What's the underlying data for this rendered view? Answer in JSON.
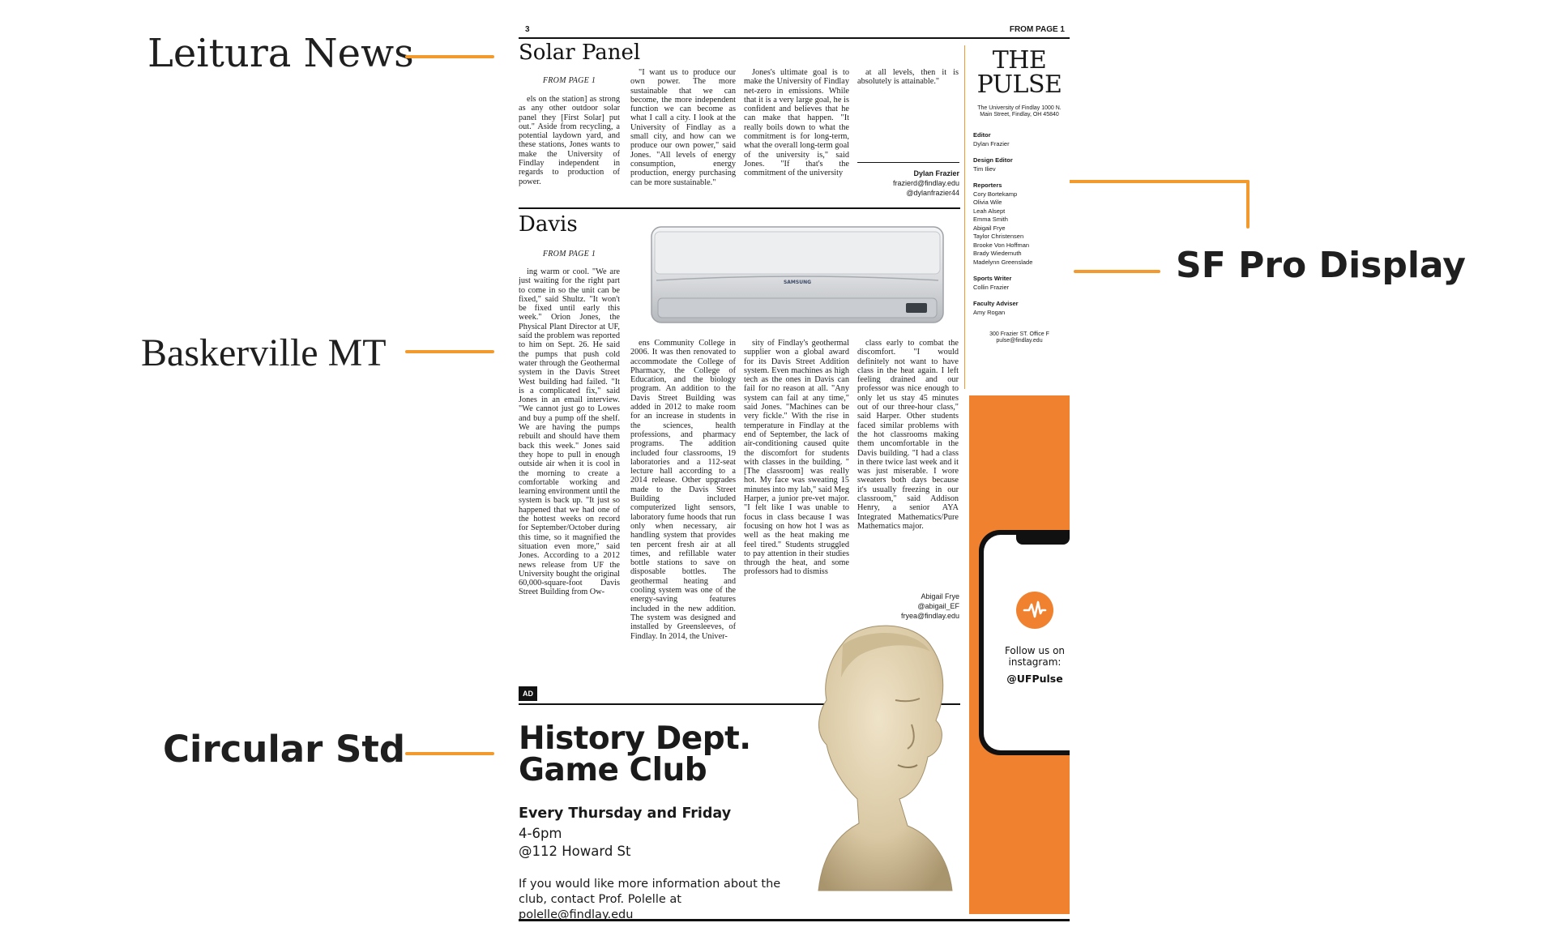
{
  "annotations": {
    "leitura": "Leitura News",
    "baskerville": "Baskerville MT",
    "circular": "Circular Std",
    "sfpro": "SF Pro Display"
  },
  "accent_color": "#f29a2e",
  "page": {
    "number": "3",
    "from": "FROM PAGE 1"
  },
  "solar": {
    "headline": "Solar Panel",
    "from_page": "FROM PAGE 1",
    "col1": "els on the station] as strong as any other outdoor solar panel they [First Solar] put out.\" Aside from recycling, a potential laydown yard, and these stations, Jones wants to make the University of Findlay independent in regards to production of power.",
    "col2": "\"I want us to produce our own power. The more sustainable that we can become, the more independent function we can become as what I call a city. I look at the University of Findlay as a small city, and how can we produce our own power,\" said Jones. \"All levels of energy consumption, energy production, energy purchasing can be more sustainable.\"",
    "col3": "Jones's ultimate goal is to make the University of Findlay net-zero in emissions. While that it is a very large goal, he is confident and believes that he can make that happen. \"It really boils down to what the commitment is for long-term, what the overall long-term goal of the university is,\" said Jones. \"If that's the commitment of the university",
    "col4": "at all levels, then it is absolutely is attainable.\"",
    "byline": {
      "name": "Dylan Frazier",
      "email": "frazierd@findlay.edu",
      "handle": "@dylanfrazier44"
    }
  },
  "davis": {
    "headline": "Davis",
    "from_page": "FROM PAGE 1",
    "col1": "ing warm or cool. \"We are just waiting for the right part to come in so the unit can be fixed,\" said Shultz. \"It won't be fixed until early this week.\" Orion Jones, the Physical Plant Director at UF, said the problem was reported to him on Sept. 26. He said the pumps that push cold water through the Geothermal system in the Davis Street West building had failed. \"It is a complicated fix,\" said Jones in an email interview. \"We cannot just go to Lowes and buy a pump off the shelf. We are having the pumps rebuilt and should have them back this week.\" Jones said they hope to pull in enough outside air when it is cool in the morning to create a comfortable working and learning environment until the system is back up. \"It just so happened that we had one of the hottest weeks on record for September/October during this time, so it magnified the situation even more,\" said Jones. According to a 2012 news release from UF the University bought the original 60,000-square-foot Davis Street Building from Ow-",
    "col2": "ens Community College in 2006. It was then renovated to accommodate the College of Pharmacy, the College of Education, and the biology program. An addition to the Davis Street Building was added in 2012 to make room for an increase in students in the sciences, health professions, and pharmacy programs. The addition included four classrooms, 19 laboratories and a 112-seat lecture hall according to a 2014 release. Other upgrades made to the Davis Street Building included computerized light sensors, laboratory fume hoods that run only when necessary, air handling system that provides ten percent fresh air at all times, and refillable water bottle stations to save on disposable bottles. The geothermal heating and cooling system was one of the energy-saving features included in the new addition. The system was designed and installed by Greensleeves, of Findlay. In 2014, the Univer-",
    "col3": "sity of Findlay's geothermal supplier won a global award for its Davis Street Addition system. Even machines as high tech as the ones in Davis can fail for no reason at all. \"Any system can fail at any time,\" said Jones. \"Machines can be very fickle.\" With the rise in temperature in Findlay at the end of September, the lack of air-conditioning caused quite the discomfort for students with classes in the building. \"[The classroom] was really hot. My face was sweating 15 minutes into my lab,\" said Meg Harper, a junior pre-vet major. \"I felt like I was unable to focus in class because I was focusing on how hot I was as well as the heat making me feel tired.\" Students struggled to pay attention in their studies through the heat, and some professors had to dismiss",
    "col4": "class early to combat the discomfort. \"I would definitely not want to have class in the heat again. I left feeling drained and our professor was nice enough to only let us stay 45 minutes out of our three-hour class,\" said Harper. Other students faced similar problems with the hot classrooms making them uncomfortable in the Davis building. \"I had a class in there twice last week and it was just miserable. I wore sweaters both days because it's usually freezing in our classroom,\" said Addison Henry, a senior AYA Integrated Mathematics/Pure Mathematics major.",
    "photo_brand": "SAMSUNG",
    "byline": {
      "name": "Abigail Frye",
      "handle": "@abigail_EF",
      "email": "fryea@findlay.edu"
    }
  },
  "masthead": {
    "title_line1": "THE",
    "title_line2": "PULSE",
    "address": "The University of Findlay 1000 N. Main Street, Findlay, OH 45840",
    "editor_role": "Editor",
    "editor": "Dylan Frazier",
    "design_role": "Design Editor",
    "design": "Tim Iliev",
    "reporters_role": "Reporters",
    "reporters": [
      "Cory Bortekamp",
      "Olivia Wile",
      "Leah Alsept",
      "Emma Smith",
      "Abigail Frye",
      "Taylor Christensen",
      "Brooke Von Hoffman",
      "Brady Wiedemuth",
      "Madelynn Greenslade"
    ],
    "sports_role": "Sports Writer",
    "sports": "Collin Frazier",
    "adviser_role": "Faculty Adviser",
    "adviser": "Amy Rogan",
    "foot": "300 Frazier ST. Office F pulse@findlay.edu"
  },
  "instagram": {
    "follow": "Follow us on instagram:",
    "handle": "@UFPulse",
    "panel_color": "#f0812e"
  },
  "ad": {
    "tag": "AD",
    "title": "History Dept. Game Club",
    "when": "Every Thursday and Friday",
    "time": "4-6pm",
    "place": "@112 Howard St",
    "info": "If you would like more information about the club, contact Prof. Polelle at polelle@findlay.edu"
  }
}
